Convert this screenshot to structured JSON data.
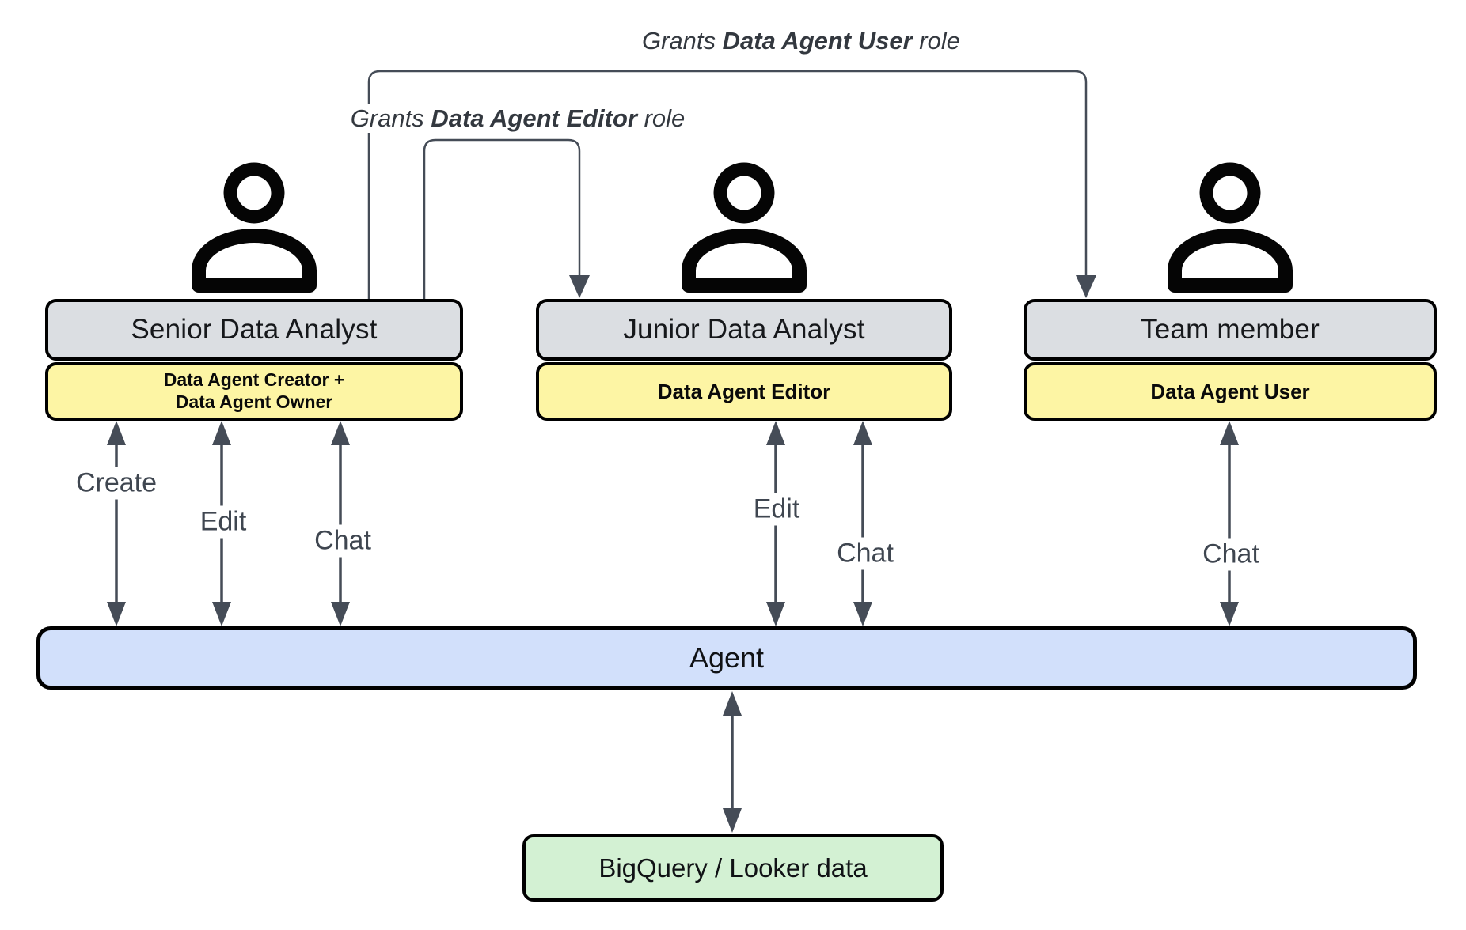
{
  "grant_labels": {
    "user": {
      "prefix": "Grants ",
      "bold": "Data Agent User",
      "suffix": " role"
    },
    "editor": {
      "prefix": "Grants ",
      "bold": "Data Agent Editor",
      "suffix": " role"
    }
  },
  "roles": {
    "senior": {
      "title": "Senior Data Analyst",
      "badge_line1": "Data Agent Creator +",
      "badge_line2": "Data Agent Owner"
    },
    "junior": {
      "title": "Junior Data Analyst",
      "badge": "Data Agent Editor"
    },
    "team": {
      "title": "Team member",
      "badge": "Data Agent User"
    }
  },
  "action_labels": {
    "create": "Create",
    "edit": "Edit",
    "chat": "Chat"
  },
  "agent": {
    "label": "Agent"
  },
  "datasource": {
    "label": "BigQuery / Looker data"
  },
  "colors": {
    "role_header_fill": "#dbdee2",
    "badge_fill": "#fdf5a4",
    "agent_fill": "#d2e0fb",
    "datasource_fill": "#d3f1d3",
    "arrow": "#454c57",
    "border": "#000000"
  }
}
